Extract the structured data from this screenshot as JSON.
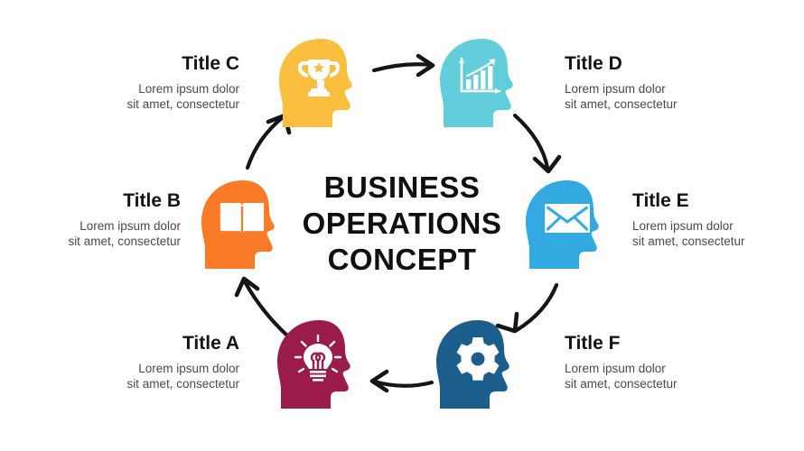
{
  "center": {
    "line1": "BUSINESS",
    "line2": "OPERATIONS",
    "line3": "CONCEPT"
  },
  "colors": {
    "yellow": "#FBBF40",
    "teal": "#62CEDB",
    "blue": "#32A9E0",
    "navy": "#1B5E8C",
    "maroon": "#9B1B4A",
    "orange": "#F97A27",
    "arrow": "#151515",
    "title_text": "#141414",
    "body_text": "#4a4a4a",
    "background": "#ffffff"
  },
  "nodes": [
    {
      "id": "a",
      "title": "Title A",
      "desc_line1": "Lorem ipsum dolor",
      "desc_line2": "sit amet, consectetur",
      "icon": "lightbulb-icon",
      "color": "#9B1B4A",
      "align": "right"
    },
    {
      "id": "b",
      "title": "Title B",
      "desc_line1": "Lorem ipsum dolor",
      "desc_line2": "sit amet, consectetur",
      "icon": "open-book-icon",
      "color": "#F97A27",
      "align": "right"
    },
    {
      "id": "c",
      "title": "Title C",
      "desc_line1": "Lorem ipsum dolor",
      "desc_line2": "sit amet, consectetur",
      "icon": "trophy-icon",
      "color": "#FBBF40",
      "align": "right"
    },
    {
      "id": "d",
      "title": "Title D",
      "desc_line1": "Lorem ipsum dolor",
      "desc_line2": "sit amet, consectetur",
      "icon": "bar-chart-icon",
      "color": "#62CEDB",
      "align": "left"
    },
    {
      "id": "e",
      "title": "Title E",
      "desc_line1": "Lorem ipsum dolor",
      "desc_line2": "sit amet, consectetur",
      "icon": "envelope-icon",
      "color": "#32A9E0",
      "align": "left"
    },
    {
      "id": "f",
      "title": "Title F",
      "desc_line1": "Lorem ipsum dolor",
      "desc_line2": "sit amet, consectetur",
      "icon": "gear-icon",
      "color": "#1B5E8C",
      "align": "left"
    }
  ],
  "arrows": [
    {
      "id": "c-to-d",
      "direction": "right"
    },
    {
      "id": "d-to-e",
      "direction": "down-right"
    },
    {
      "id": "e-to-f",
      "direction": "down-left"
    },
    {
      "id": "f-to-a",
      "direction": "left"
    },
    {
      "id": "a-to-b",
      "direction": "up-left"
    },
    {
      "id": "b-to-c",
      "direction": "up-right"
    }
  ]
}
